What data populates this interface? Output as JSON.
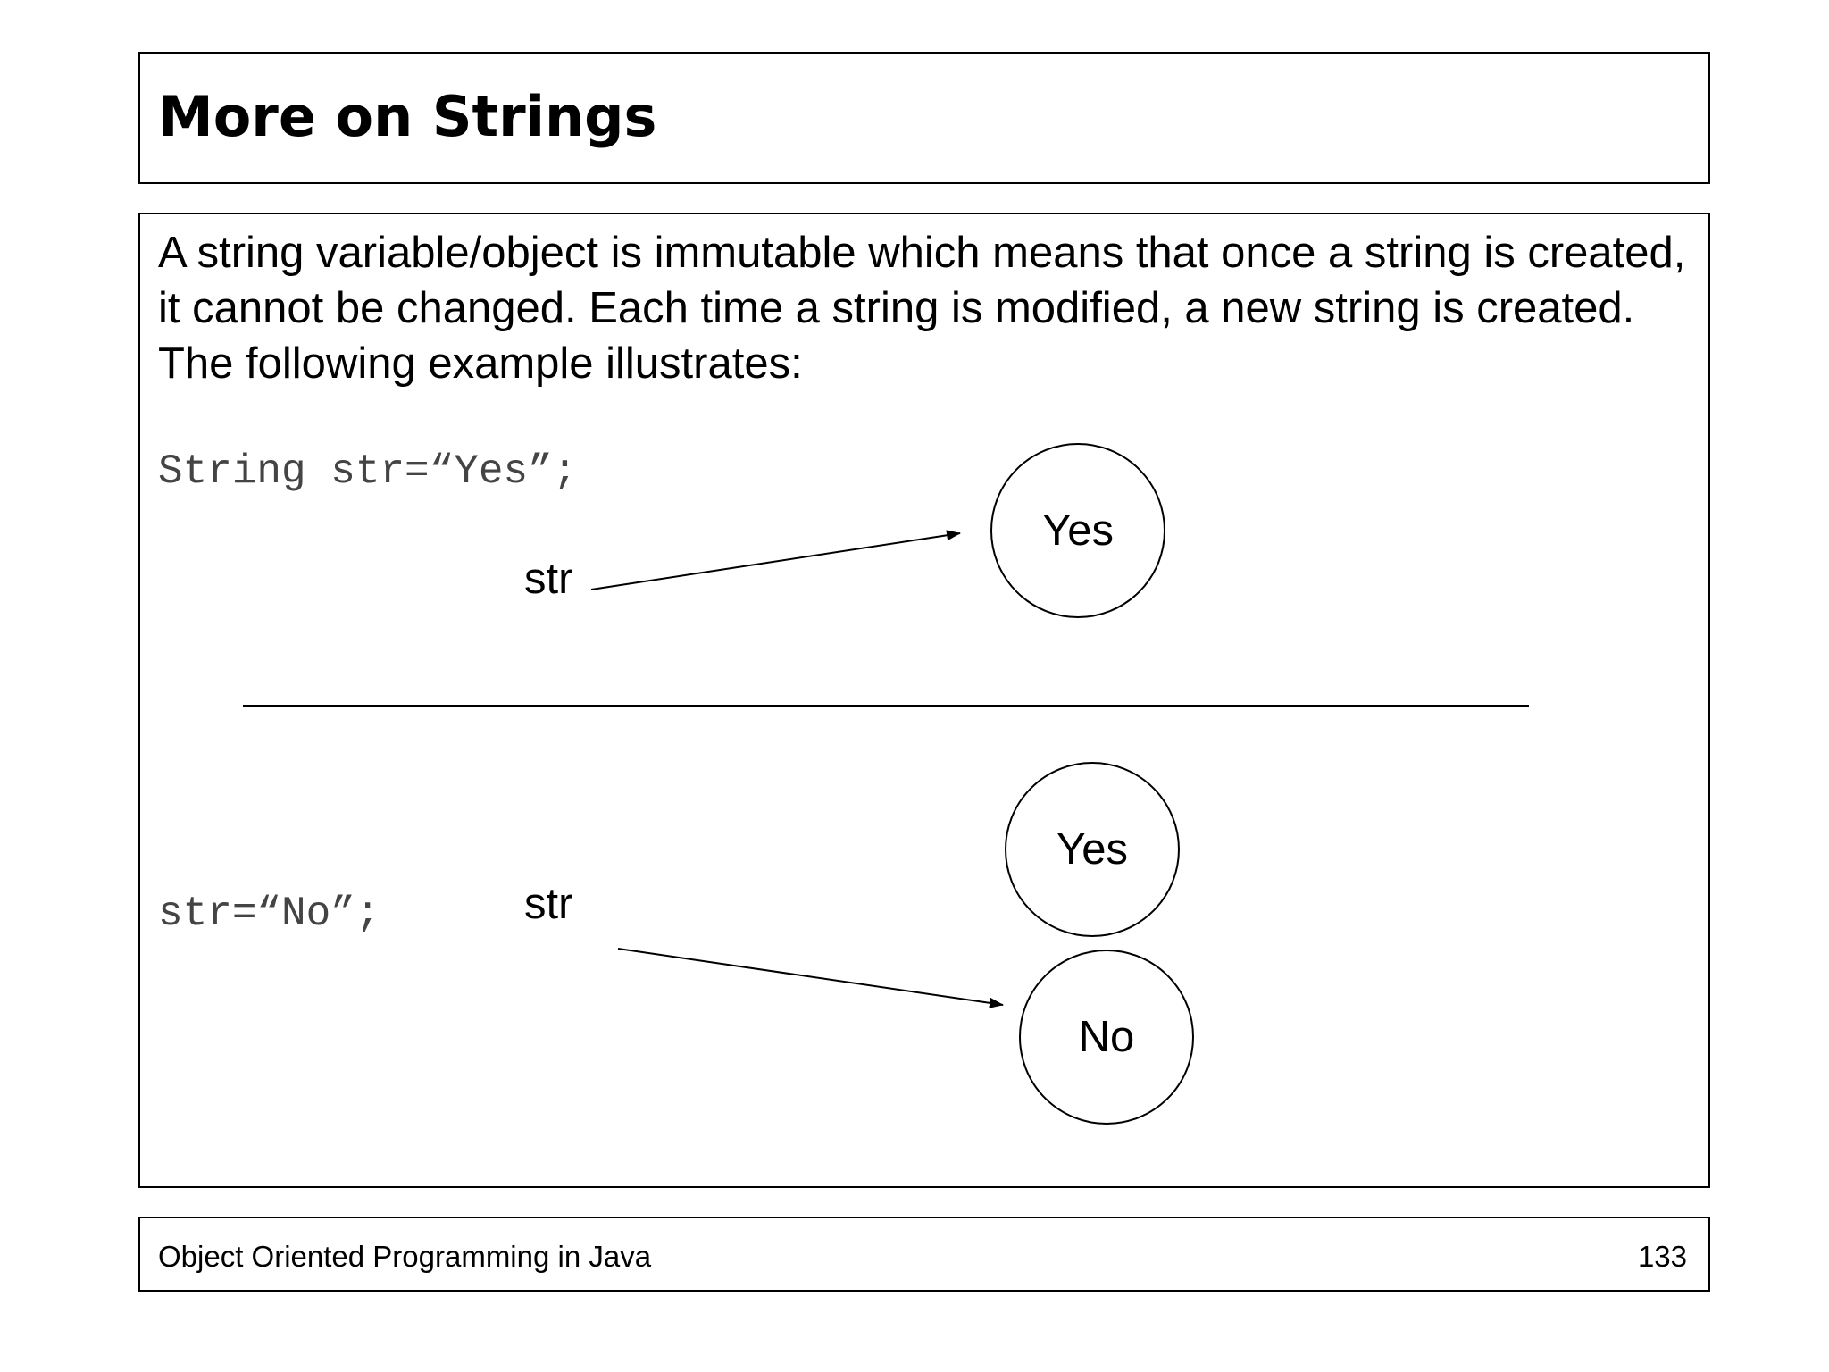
{
  "slide": {
    "title": "More on Strings",
    "intro": "A string variable/object is immutable which means that once a string is created, it cannot be changed.  Each time a string is modified, a new string is created.  The following example illustrates:"
  },
  "diagram": {
    "top": {
      "code": "String str=“Yes”;",
      "variable": "str",
      "object": "Yes"
    },
    "bottom": {
      "code": "str=“No”;",
      "variable": "str",
      "old_object": "Yes",
      "new_object": "No"
    }
  },
  "footer": {
    "course": "Object Oriented Programming in Java",
    "page_number": "133"
  }
}
